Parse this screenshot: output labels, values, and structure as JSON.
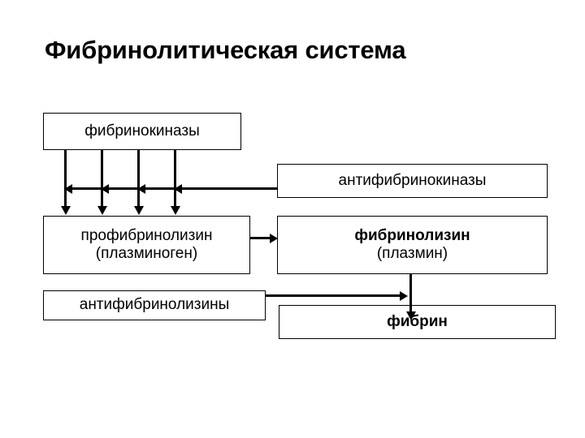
{
  "slide": {
    "title": "Фибринолитическая система",
    "background_color": "#ffffff",
    "ink_color": "#000000"
  },
  "boxes": {
    "fibrinokinases": {
      "label": "фибринокиназы"
    },
    "antifibrinokinases": {
      "label": "антифибринокиназы"
    },
    "profibrinolysin": {
      "line1": "профибринолизин",
      "line2": "(плазминоген)"
    },
    "fibrinolysin": {
      "line1": "фибринолизин",
      "line2": "(плазмин)"
    },
    "antifibrinolysins": {
      "label": "антифибринолизины"
    },
    "fibrin": {
      "label": "фибрин"
    }
  },
  "connectors": {
    "fibrinokinases_to_profibrinolysin": {
      "count": 4,
      "direction": "down"
    },
    "antifibrinokinases_inhibits": {
      "count": 4,
      "direction": "left"
    },
    "profibrinolysin_to_fibrinolysin": {
      "direction": "right"
    },
    "fibrinolysin_to_fibrin": {
      "direction": "down"
    },
    "antifibrinolysins_inhibits": {
      "direction": "right"
    }
  }
}
